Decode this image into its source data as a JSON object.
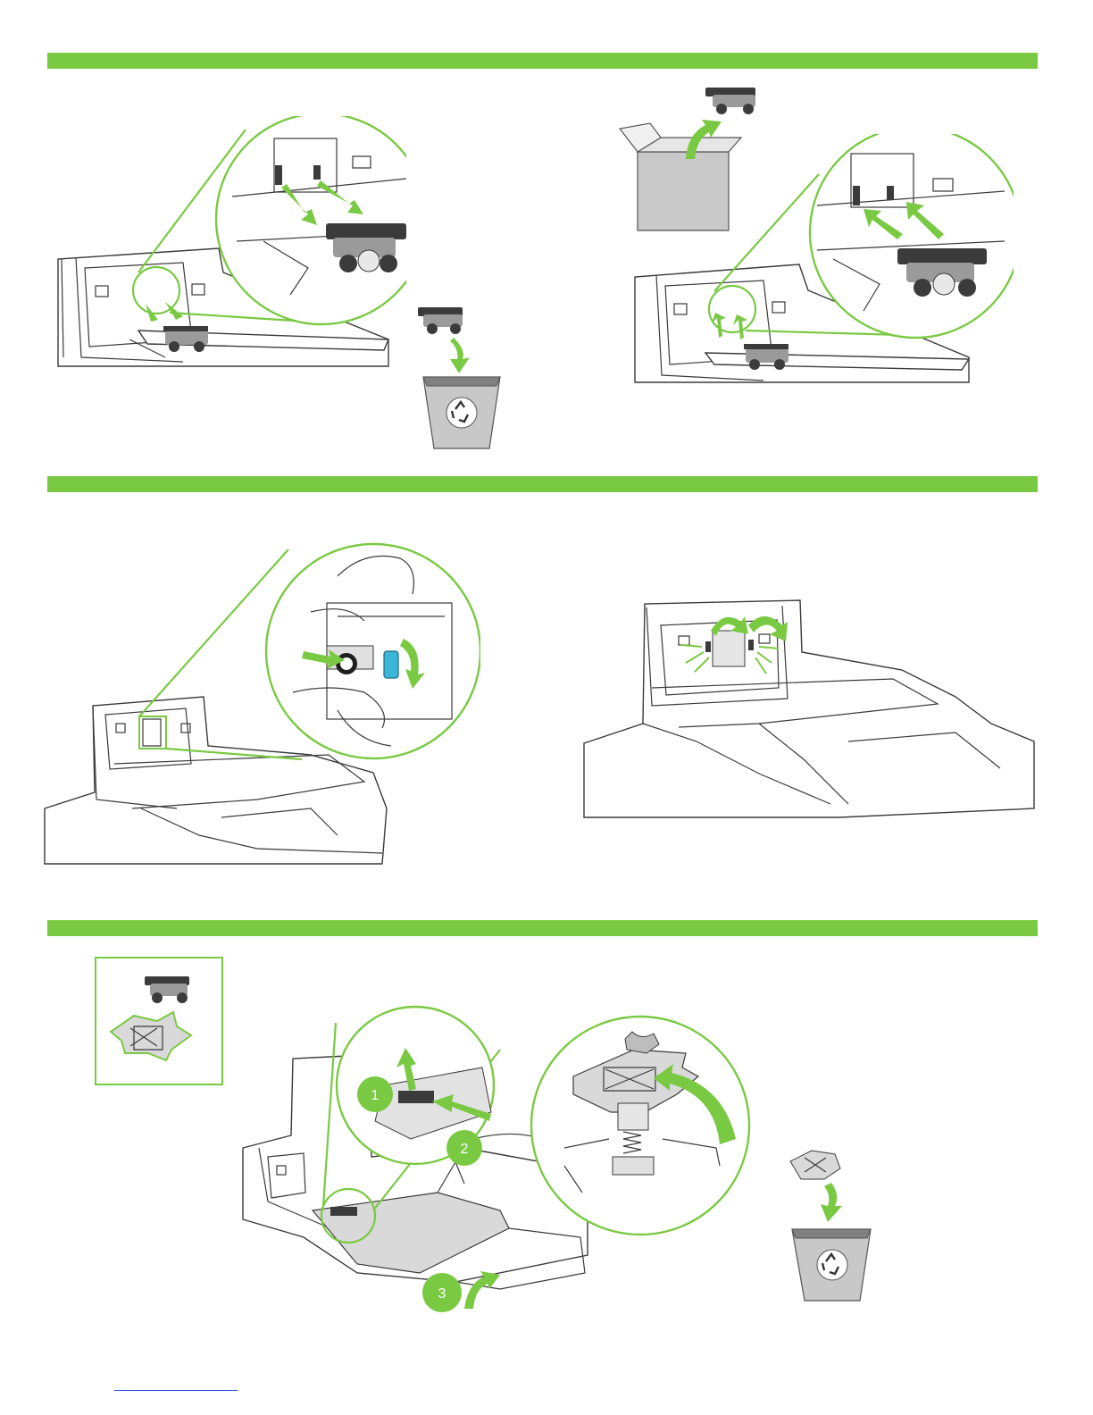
{
  "page": {
    "title": ""
  },
  "colors": {
    "accent_green": "#7ac943",
    "latch_blue": "#3cb6d8",
    "line_gray": "#3a3a3a"
  },
  "sections": [
    {
      "name": "step-remove-install-roller",
      "illustrations": [
        "remove-old-roller",
        "discard-old-roller",
        "unpack-new-roller",
        "install-new-roller"
      ]
    },
    {
      "name": "step-lock-roller",
      "illustrations": [
        "rotate-latch",
        "close-cover"
      ]
    },
    {
      "name": "step-replace-separation-pad",
      "illustrations": [
        "kit-contents",
        "lift-tray",
        "remove-pad",
        "discard-pad"
      ]
    }
  ],
  "callouts": [
    "1",
    "2",
    "3"
  ],
  "icons": [
    "recycle-icon",
    "arrow-icon",
    "box-icon",
    "hand-icon"
  ]
}
